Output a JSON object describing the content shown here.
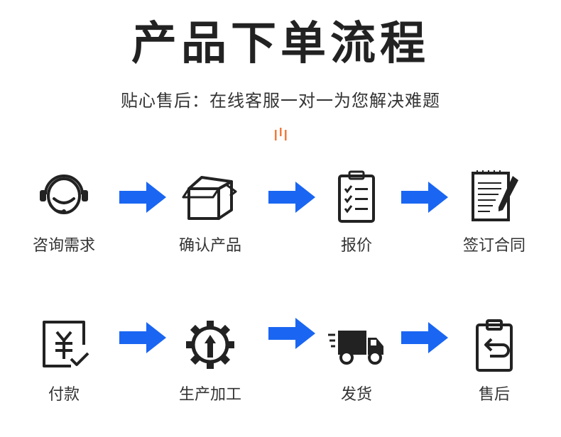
{
  "title": "产品下单流程",
  "subtitle": "贴心售后：在线客服一对一为您解决难题",
  "colors": {
    "arrow": "#1a66f2",
    "deco": "#f07a3c",
    "icon": "#222222"
  },
  "steps": [
    {
      "label": "咨询需求",
      "icon": "headset-icon"
    },
    {
      "label": "确认产品",
      "icon": "box-icon"
    },
    {
      "label": "报价",
      "icon": "clipboard-checklist-icon"
    },
    {
      "label": "签订合同",
      "icon": "contract-pen-icon"
    },
    {
      "label": "付款",
      "icon": "yuan-payment-icon"
    },
    {
      "label": "生产加工",
      "icon": "gear-production-icon"
    },
    {
      "label": "发货",
      "icon": "delivery-truck-icon"
    },
    {
      "label": "售后",
      "icon": "return-clipboard-icon"
    }
  ]
}
